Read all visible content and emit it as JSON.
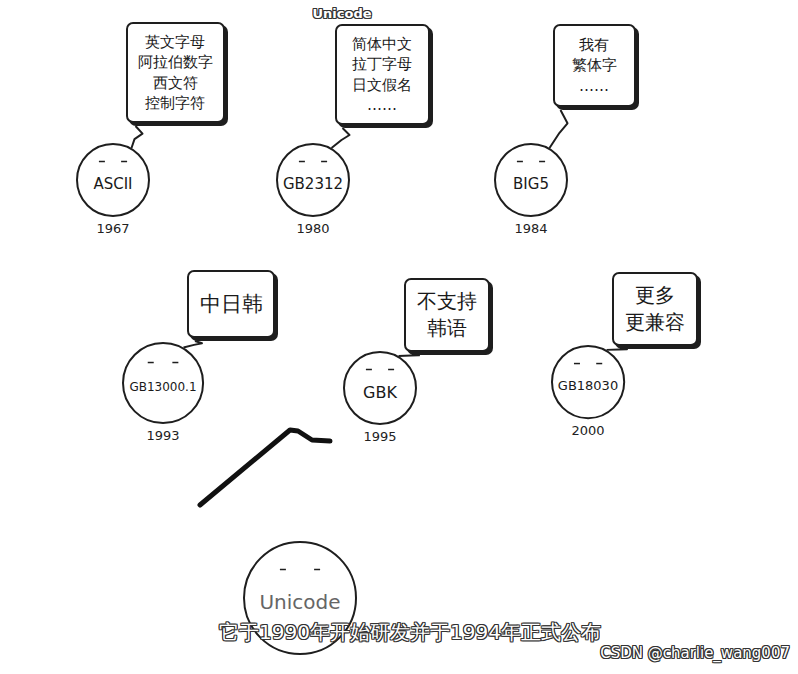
{
  "diagram": {
    "title": "Unicode",
    "caption": "它于1990年开始研发并于1994年正式公布",
    "nodes": [
      {
        "text": [
          "英文字母 阿拉伯数字 西文符 控制字符"
        ]
      },
      {
        "text": [
          "简体中文 拉丁字母 日文假名 ……"
        ]
      },
      {
        "text": [
          "我有 繁体字 ……"
        ]
      },
      {
        "text": [
          "ASCII",
          "1967"
        ]
      },
      {
        "text": [
          "GB2312",
          "1980"
        ]
      },
      {
        "text": [
          "BIG5",
          "1984"
        ]
      },
      {
        "text": [
          "中日韩"
        ]
      },
      {
        "text": [
          "不支持 韩语"
        ]
      },
      {
        "text": [
          "更多 更兼容"
        ]
      },
      {
        "text": [
          "GB13000.1",
          "1993"
        ]
      },
      {
        "text": [
          "GBK",
          "1995"
        ]
      },
      {
        "text": [
          "GB18030",
          "2000"
        ]
      },
      {
        "text": [
          "Unicode"
        ]
      }
    ],
    "edges": [
      {
        "from": 0,
        "to": 3,
        "arrow": "none"
      },
      {
        "from": 1,
        "to": 4,
        "arrow": "none"
      },
      {
        "from": 2,
        "to": 5,
        "arrow": "none"
      },
      {
        "from": 6,
        "to": 9,
        "arrow": "none"
      },
      {
        "from": 7,
        "to": 10,
        "arrow": "none"
      },
      {
        "from": 8,
        "to": 11,
        "arrow": "none"
      }
    ],
    "labels": [
      "CSDN @charlie_wang007"
    ]
  }
}
